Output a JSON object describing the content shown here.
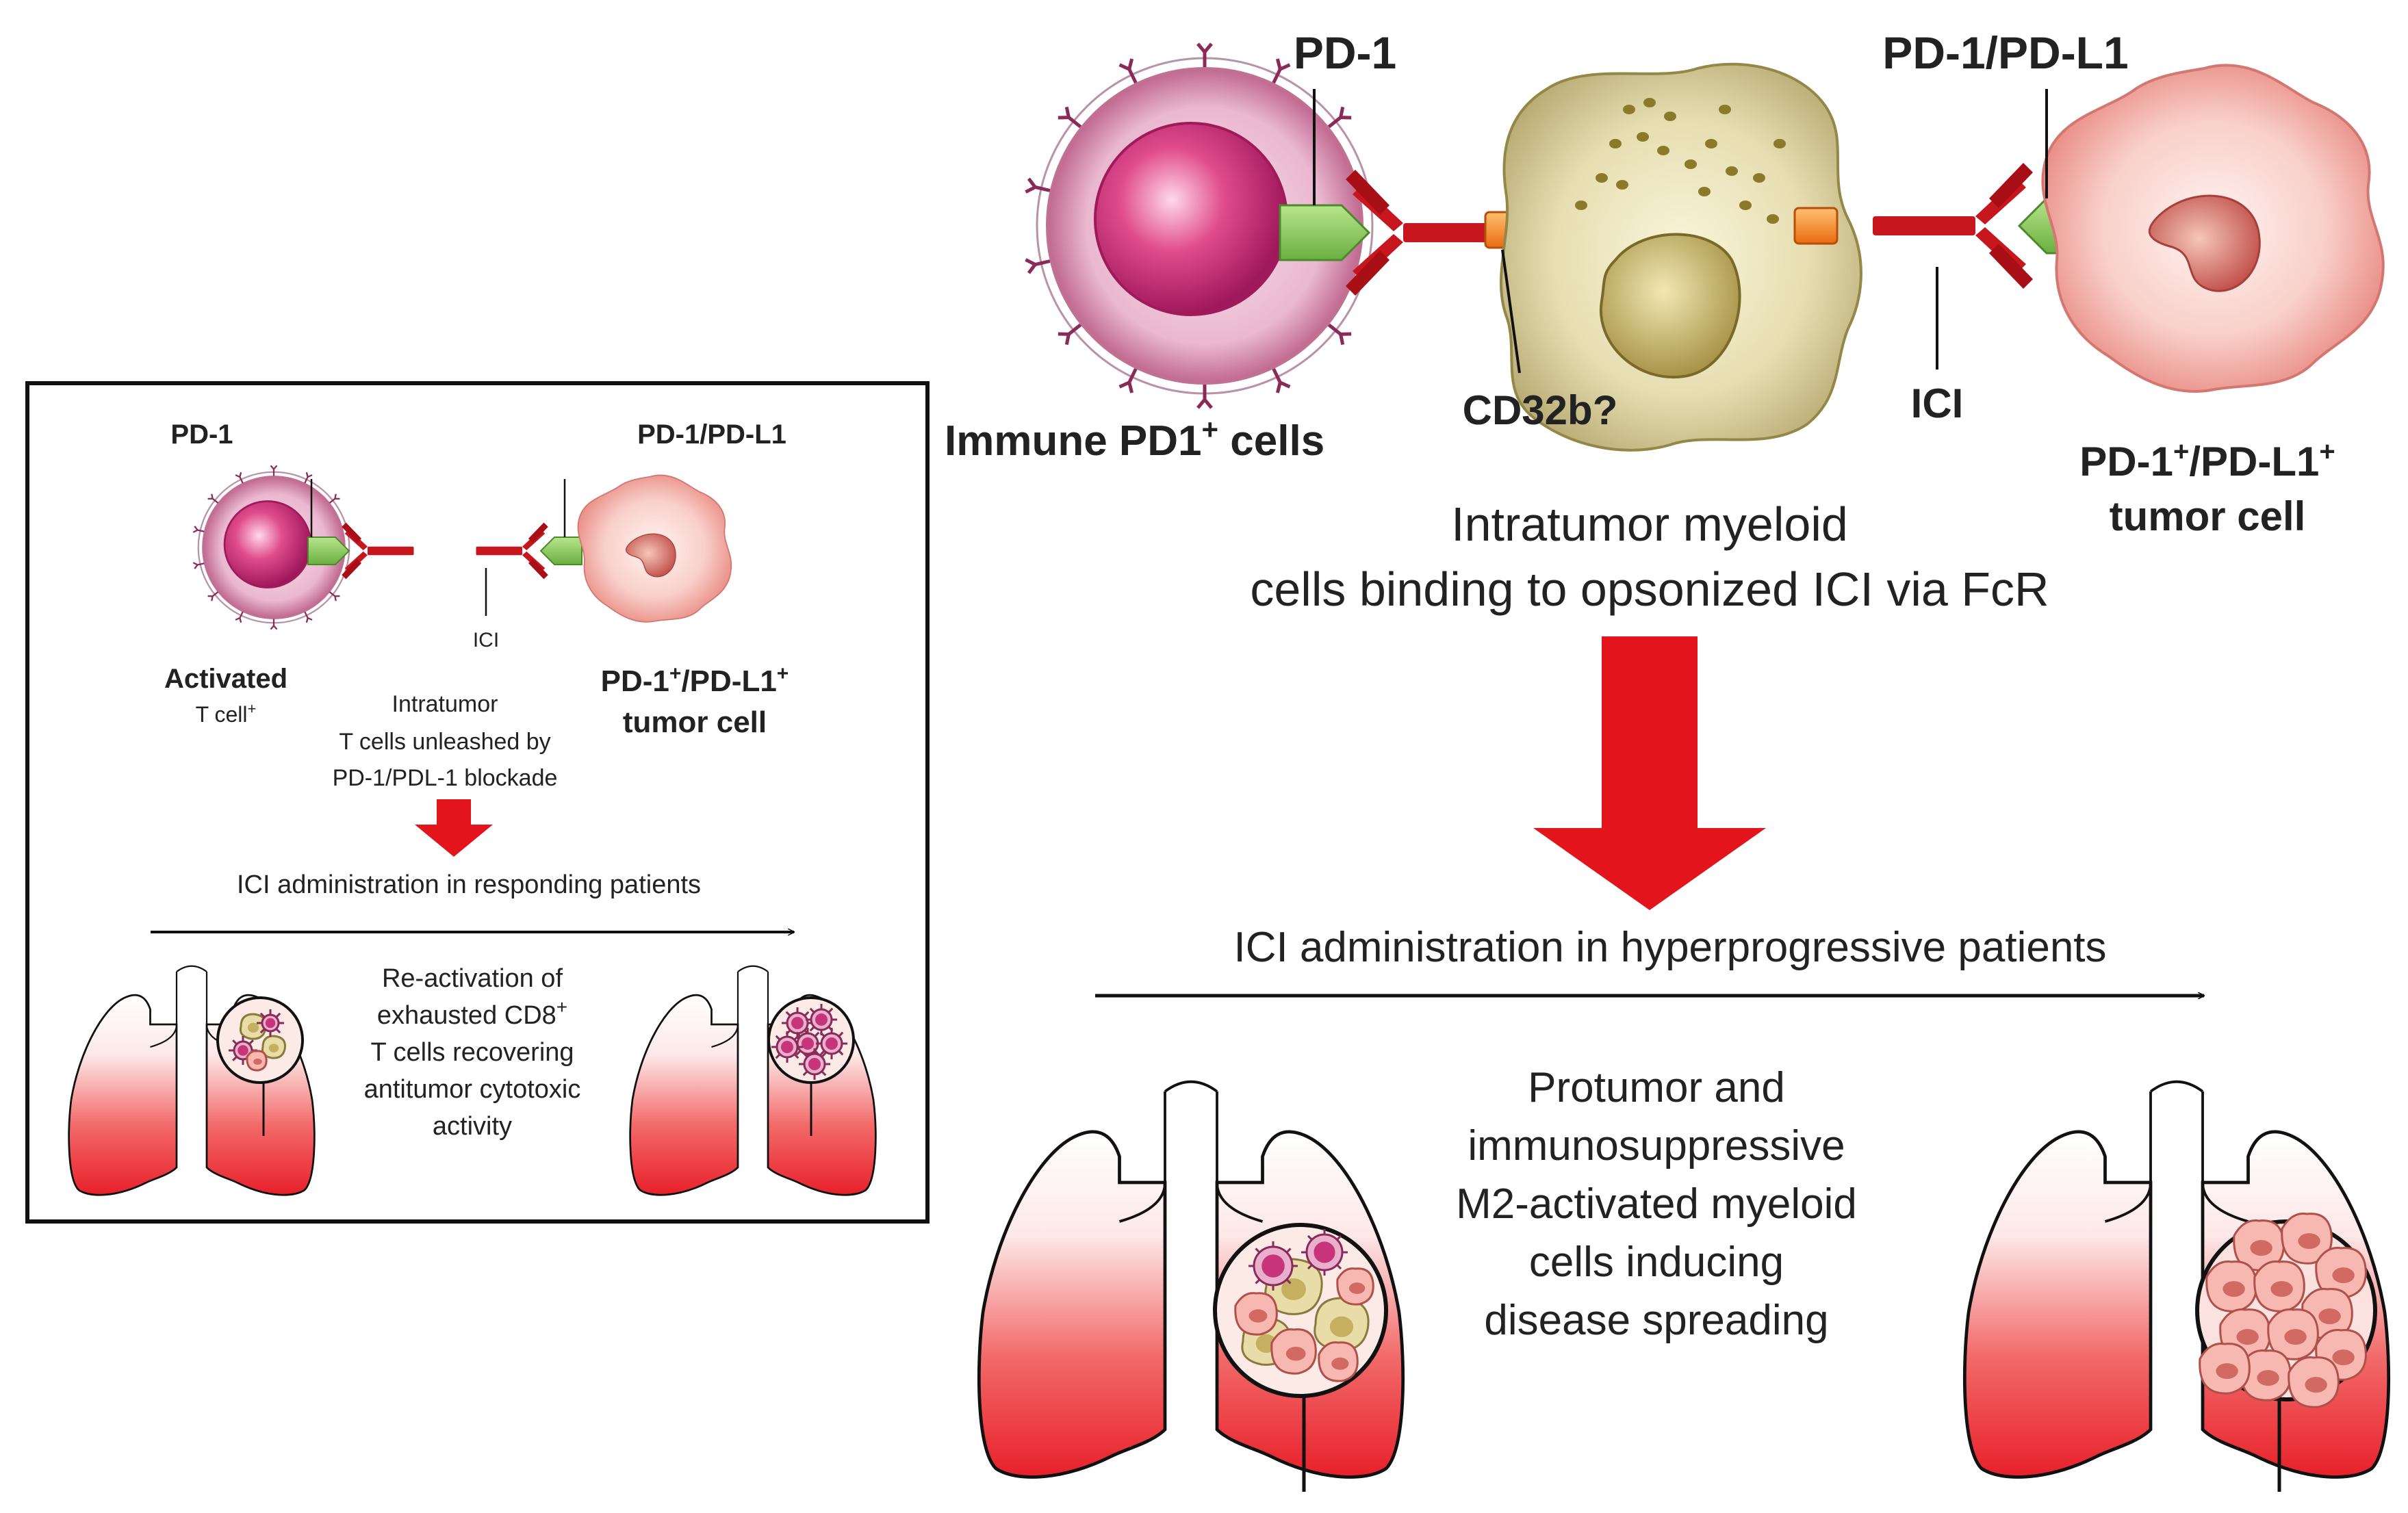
{
  "top": {
    "pd1_label": "PD-1",
    "pdl1_label": "PD-1/PD-L1",
    "immune_cells_label": "Immune PD1",
    "immune_cells_sup": "+",
    "immune_cells_suffix": " cells",
    "cd32b_label": "CD32b?",
    "ici_label": "ICI",
    "tumor_cell_line1_a": "PD-1",
    "tumor_cell_line1_sup1": "+",
    "tumor_cell_line1_b": "/PD-L1",
    "tumor_cell_line1_sup2": "+",
    "tumor_cell_line2": "tumor cell",
    "myeloid_line1": "Intratumor  myeloid",
    "myeloid_line2": "cells binding to opsonized ICI via FcR",
    "arrow_label": "ICI administration in hyperprogressive patients",
    "protumor_lines": [
      "Protumor and",
      "immunosuppressive",
      "M2-activated myeloid",
      "cells inducing",
      "disease spreading"
    ]
  },
  "inset": {
    "pd1_label": "PD-1",
    "pdl1_label": "PD-1/PD-L1",
    "ici_label": "ICI",
    "activated_label": "Activated",
    "tcell_label": "T cell",
    "tcell_sup": "+",
    "tumor_line1_a": "PD-1",
    "tumor_line1_sup1": "+",
    "tumor_line1_b": "/PD-L1",
    "tumor_line1_sup2": "+",
    "tumor_line2": "tumor cell",
    "intratumor_lines": [
      "Intratumor",
      "T cells unleashed by",
      "PD-1/PDL-1 blockade"
    ],
    "arrow_label": "ICI administration in responding patients",
    "reactivation_line1": "Re-activation of",
    "reactivation_line2": "exhausted CD8",
    "reactivation_sup": "+",
    "reactivation_lines_rest": [
      "T cells recovering",
      "antitumor cytotoxic",
      "activity"
    ]
  },
  "colors": {
    "lung_red": "#e8202a",
    "arrow_red": "#e3141c",
    "antibody_red": "#c8161e",
    "receptor_green": "#8ccc5a",
    "fc_orange": "#f08020",
    "tcell_magenta": "#c03070",
    "tumor_pink": "#f4b4ae",
    "myeloid_tan": "#d8cc8c"
  }
}
